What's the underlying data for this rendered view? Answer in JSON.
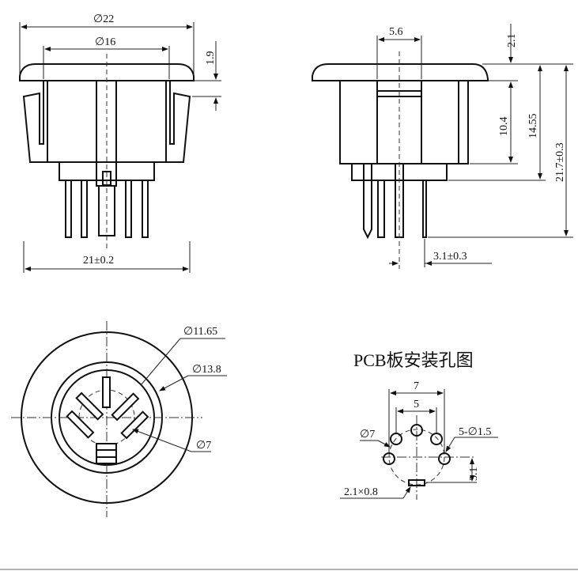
{
  "front_view": {
    "dia_outer": "∅22",
    "dia_inner": "∅16",
    "flange_gap": "1.9",
    "width": "21±0.2"
  },
  "side_view": {
    "slot_width": "5.6",
    "flange_thickness": "2.1",
    "body_height": "10.4",
    "body_base_height": "14.55",
    "total_height": "21.7±0.3",
    "pin_offset": "3.1±0.3"
  },
  "bottom_view": {
    "dia_1": "∅11.65",
    "dia_2": "∅13.8",
    "pin_circle": "∅7"
  },
  "pcb_layout": {
    "title": "PCB板安装孔图",
    "span_outer": "7",
    "span_inner": "5",
    "pin_circle": "∅7",
    "holes": "5-∅1.5",
    "slot_offset": "3.1",
    "slot_size": "2.1×0.8"
  }
}
